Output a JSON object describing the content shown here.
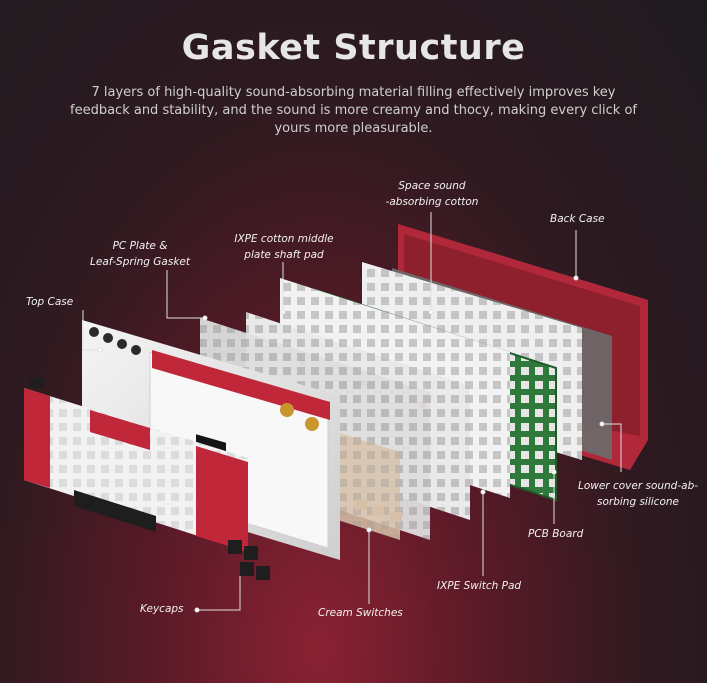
{
  "title": "Gasket Structure",
  "subtitle": "7 layers of high-quality sound-absorbing material filling effectively improves key feedback and stability, and the sound is more creamy and thocy, making every click of yours more pleasurable.",
  "labels": {
    "top_case": "Top Case",
    "pc_plate_line1": "PC Plate &",
    "pc_plate_line2": "Leaf-Spring Gasket",
    "ixpe_middle_line1": "IXPE cotton middle",
    "ixpe_middle_line2": "plate shaft pad",
    "space_sound_line1": "Space sound",
    "space_sound_line2": "-absorbing cotton",
    "back_case": "Back Case",
    "lower_cover_line1": "Lower cover sound-ab-",
    "lower_cover_line2": "sorbing silicone",
    "pcb_board": "PCB Board",
    "ixpe_switch_pad": "IXPE Switch Pad",
    "cream_switches": "Cream Switches",
    "keycaps": "Keycaps"
  },
  "colors": {
    "back_case": "#b0283a",
    "pcb": "#2f7a3a",
    "plate_white": "#ececec",
    "accent_red": "#c0283a"
  }
}
